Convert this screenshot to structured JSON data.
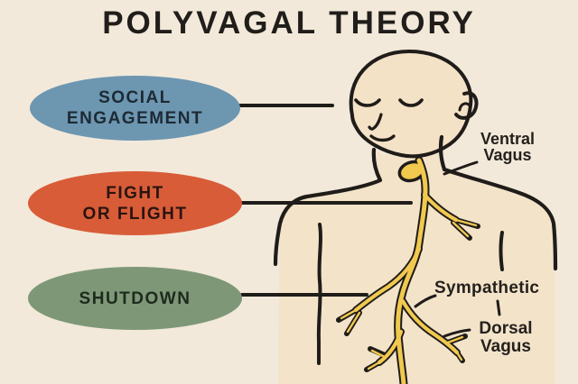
{
  "title": "POLYVAGAL THEORY",
  "states": [
    {
      "id": "social-engagement",
      "line1": "SOCIAL",
      "line2": "ENGAGEMENT",
      "color": "#6d96b1"
    },
    {
      "id": "fight-or-flight",
      "line1": "FIGHT",
      "line2": "OR FLIGHT",
      "color": "#d85c38"
    },
    {
      "id": "shutdown",
      "line1": "SHUTDOWN",
      "line2": "",
      "color": "#7e9877"
    }
  ],
  "anatomy_labels": [
    {
      "id": "ventral-vagus",
      "line1": "Ventral",
      "line2": "Vagus"
    },
    {
      "id": "sympathetic",
      "line1": "Sympathetic",
      "line2": ""
    },
    {
      "id": "dorsal-vagus",
      "line1": "Dorsal",
      "line2": "Vagus"
    }
  ],
  "colors": {
    "background": "#f2e9da",
    "body_fill": "#f3e3c9",
    "line": "#1f1c19",
    "nerve_yellow": "#f1c94f",
    "oval_blue": "#6d96b1",
    "oval_orange": "#d85c38",
    "oval_green": "#7e9877"
  }
}
